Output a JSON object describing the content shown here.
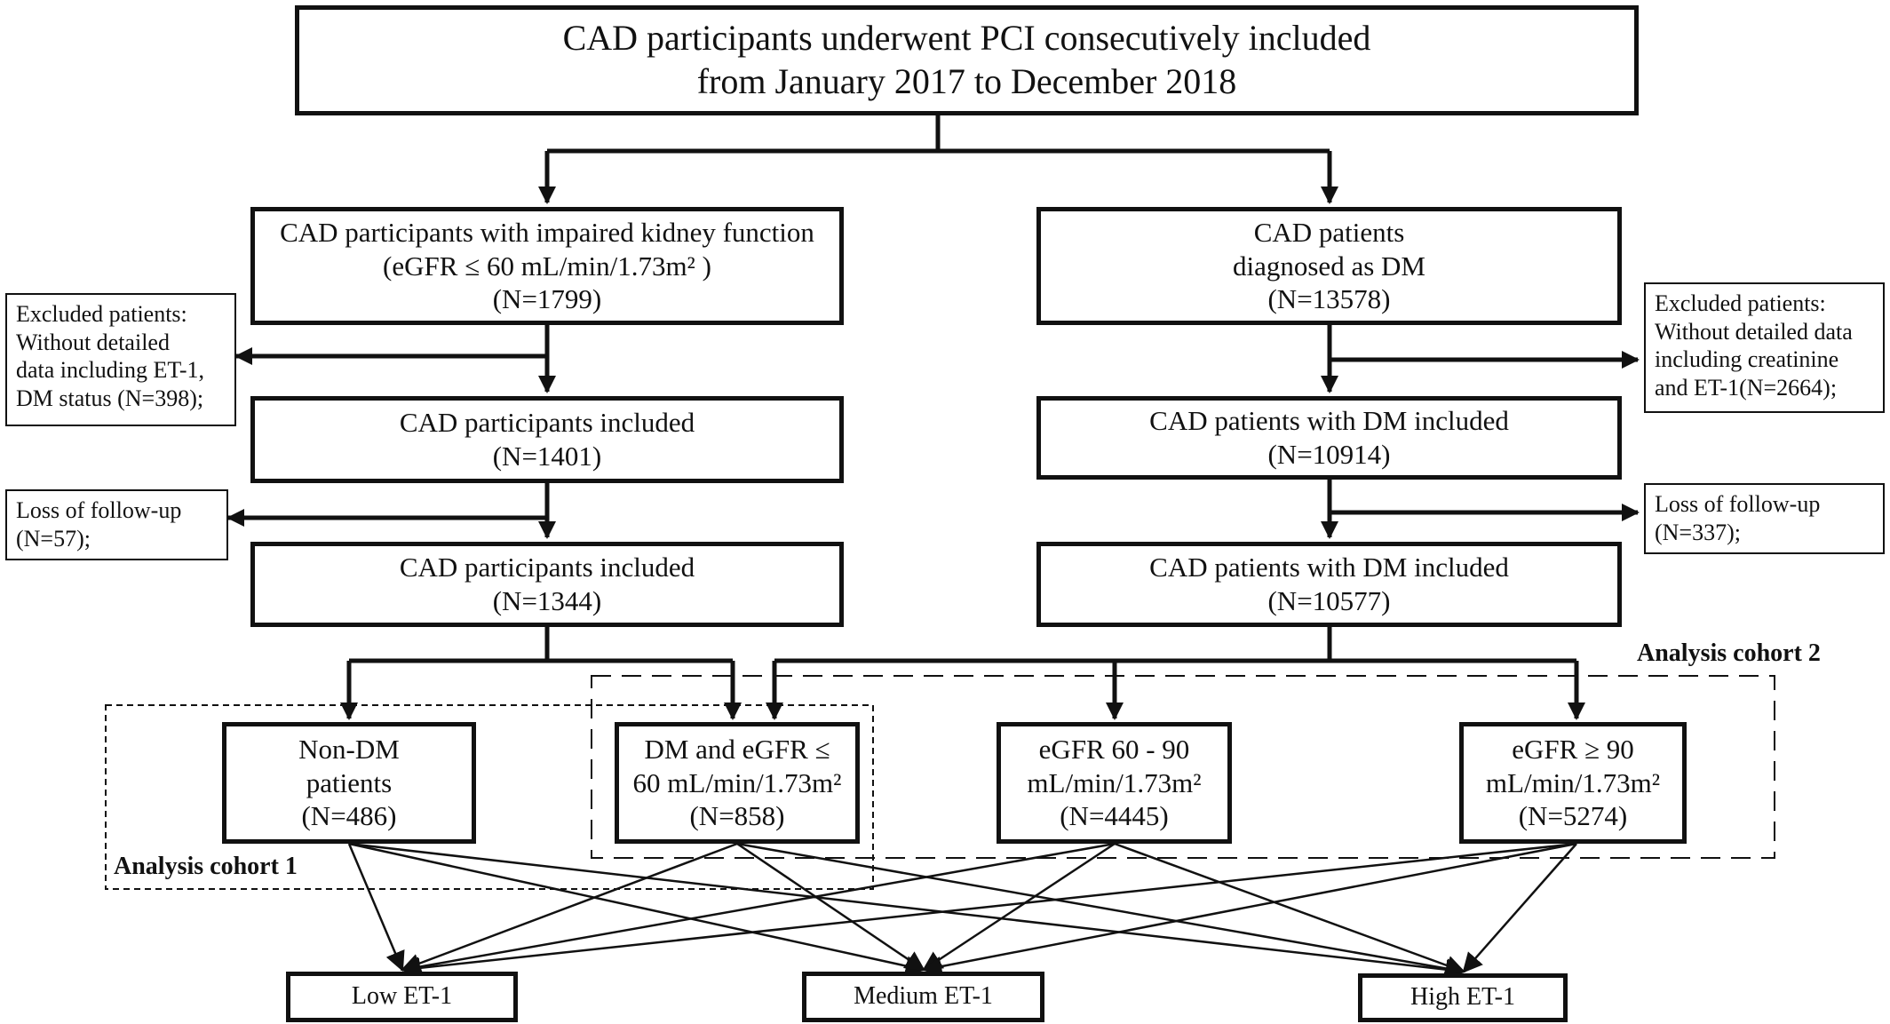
{
  "top": {
    "line1": "CAD participants underwent PCI consecutively included",
    "line2": "from January 2017 to December 2018"
  },
  "left": {
    "kidney": {
      "line1": "CAD participants with impaired kidney function",
      "line2": "(eGFR ≤ 60 mL/min/1.73m² )",
      "line3": "(N=1799)"
    },
    "included1": {
      "line1": "CAD participants included",
      "line2": "(N=1401)"
    },
    "included2": {
      "line1": "CAD participants included",
      "line2": "(N=1344)"
    },
    "excluded": {
      "line1": "Excluded patients:",
      "line2": "Without detailed",
      "line3": "data including ET-1,",
      "line4": "DM status (N=398);"
    },
    "loss": {
      "line1": "Loss of follow-up",
      "line2": "(N=57);"
    }
  },
  "right": {
    "dm": {
      "line1": "CAD patients",
      "line2": "diagnosed as DM",
      "line3": "(N=13578)"
    },
    "included1": {
      "line1": "CAD patients with DM included",
      "line2": "(N=10914)"
    },
    "included2": {
      "line1": "CAD patients with DM included",
      "line2": "(N=10577)"
    },
    "excluded": {
      "line1": "Excluded patients:",
      "line2": "Without detailed data",
      "line3": "including creatinine",
      "line4": "and ET-1(N=2664);"
    },
    "loss": {
      "line1": "Loss of follow-up",
      "line2": "(N=337);"
    }
  },
  "groups": {
    "nondm": {
      "line1": "Non-DM",
      "line2": "patients",
      "line3": "(N=486)"
    },
    "dm_low": {
      "line1": "DM and eGFR ≤",
      "line2": "60 mL/min/1.73m²",
      "line3": "(N=858)"
    },
    "mid": {
      "line1": "eGFR 60 - 90",
      "line2": "mL/min/1.73m²",
      "line3": "(N=4445)"
    },
    "high": {
      "line1": "eGFR ≥ 90",
      "line2": "mL/min/1.73m²",
      "line3": "(N=5274)"
    }
  },
  "cohorts": {
    "c1": "Analysis cohort 1",
    "c2": "Analysis cohort 2"
  },
  "outcomes": {
    "low": "Low ET-1",
    "medium": "Medium ET-1",
    "high": "High ET-1"
  }
}
